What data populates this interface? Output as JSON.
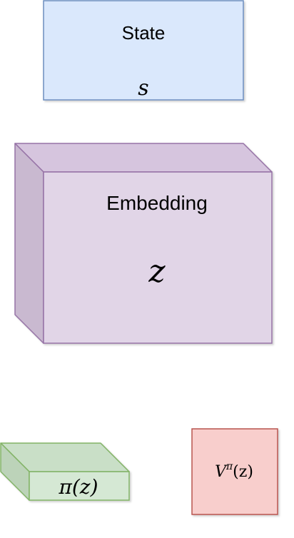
{
  "diagram": {
    "state": {
      "title": "State",
      "symbol": "s",
      "fill": "#dae8fc",
      "stroke": "#6c8ebf"
    },
    "embedding": {
      "title": "Embedding",
      "symbol": "z",
      "fill": "#e1d5e7",
      "stroke": "#9673a6"
    },
    "policy": {
      "symbol": "π(z)",
      "fill": "#d5e8d4",
      "stroke": "#82b366"
    },
    "value": {
      "symbol_base": "V",
      "symbol_sup": "π",
      "symbol_arg": "(z)",
      "fill": "#f8cecc",
      "stroke": "#b85450"
    }
  }
}
